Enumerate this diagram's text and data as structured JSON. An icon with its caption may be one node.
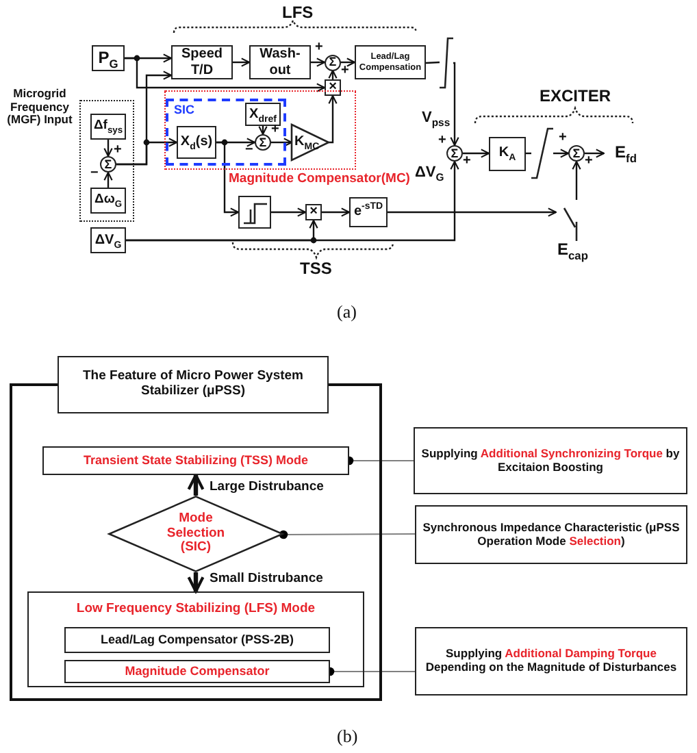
{
  "diagram": {
    "nodes": [
      {
        "text": [
          "P$_{G}$"
        ]
      },
      {
        "text": [
          "Speed T/D"
        ]
      },
      {
        "text": [
          "Wash-out"
        ]
      },
      {
        "text": [
          "Σ"
        ],
        "beside": [
          "+",
          "+"
        ]
      },
      {
        "text": [
          "Lead/Lag Compensation"
        ]
      },
      {
        "text": [],
        "shape": "limiter"
      },
      {
        "text": [
          "×"
        ]
      },
      {
        "text": [
          "Magnitude Compensator(MC)"
        ]
      },
      {
        "text": [
          "SIC"
        ],
        "in": 7
      },
      {
        "text": [
          "X$_{d}$(s)"
        ],
        "in": 8
      },
      {
        "text": [
          "X$_{dref}$"
        ],
        "in": 8
      },
      {
        "text": [
          "Σ"
        ],
        "in": 8,
        "beside": [
          "+",
          "−"
        ]
      },
      {
        "text": [
          "K$_{MC}$"
        ],
        "in": 7
      },
      {
        "text": [
          "Microgrid Frequency (MGF) Input"
        ]
      },
      {
        "text": [
          "Δf$_{sys}$"
        ],
        "in": 13
      },
      {
        "text": [
          "Σ"
        ],
        "in": 13,
        "beside": [
          "+",
          "−"
        ]
      },
      {
        "text": [
          "Δω$_{G}$"
        ],
        "in": 13
      },
      {
        "text": [
          "ΔV$_{G}$"
        ]
      },
      {
        "text": [],
        "shape": "box"
      },
      {
        "text": [
          "×"
        ]
      },
      {
        "text": [
          "e$^{-sTD}$"
        ]
      },
      {
        "text": [
          "Σ"
        ],
        "beside": [
          "+",
          "+"
        ]
      },
      {
        "text": [
          "K$_{A}$"
        ]
      },
      {
        "text": [],
        "shape": "limiter"
      },
      {
        "text": [
          "Σ"
        ],
        "beside": [
          "+",
          "+"
        ]
      },
      {
        "text": [
          "E$_{fd}$"
        ]
      },
      {
        "text": [],
        "shape": "switch",
        "beside": [
          "E$_{cap}$"
        ]
      },
      {
        "text": [],
        "shape": "box"
      },
      {
        "text": [
          "The Feature of Micro Power System Stabilizer (μPSS)"
        ]
      },
      {
        "text": [
          "Transient State Stabilizing (TSS) Mode"
        ],
        "in": 27
      },
      {
        "text": [
          "Mode Selection (SIC)"
        ],
        "in": 27
      },
      {
        "text": [
          "Low Frequency Stabilizing (LFS) Mode"
        ],
        "in": 27
      },
      {
        "text": [
          "Lead/Lag Compensator (PSS-2B)"
        ],
        "in": 31
      },
      {
        "text": [
          "Magnitude Compensator"
        ],
        "in": 31
      },
      {
        "text": [
          "Supplying **Additional Synchronizing Torque** by Excitaion Boosting"
        ]
      },
      {
        "text": [
          "Synchronous Impedance Characteristic (μPSS Operation Mode **Selection**)"
        ]
      },
      {
        "text": [
          "Supplying **Additional Damping Torque** Depending on the Magnitude of Disturbances"
        ]
      }
    ],
    "edges": [
      {
        "from": 0,
        "to": 1,
        "arrow": "to"
      },
      {
        "from": 0,
        "to": 6,
        "arrow": "to"
      },
      {
        "from": 15,
        "to": 1,
        "arrow": "to"
      },
      {
        "from": 15,
        "to": 9,
        "arrow": "to"
      },
      {
        "from": 1,
        "to": 2,
        "arrow": "to"
      },
      {
        "from": 2,
        "to": 3,
        "arrow": "to"
      },
      {
        "from": 6,
        "to": 3,
        "arrow": "to"
      },
      {
        "from": 3,
        "to": 4,
        "arrow": "to"
      },
      {
        "from": 4,
        "to": 5,
        "arrow": "none"
      },
      {
        "from": 5,
        "to": 21,
        "arrow": "to"
      },
      {
        "from": 12,
        "to": 6,
        "arrow": "to"
      },
      {
        "from": 9,
        "to": 11,
        "arrow": "to"
      },
      {
        "from": 10,
        "to": 11,
        "arrow": "to"
      },
      {
        "from": 11,
        "to": 12,
        "arrow": "to"
      },
      {
        "from": 9,
        "to": 18,
        "arrow": "to"
      },
      {
        "from": 18,
        "to": 19,
        "arrow": "to"
      },
      {
        "from": 19,
        "to": 20,
        "arrow": "to"
      },
      {
        "from": 20,
        "to": 26,
        "arrow": "to"
      },
      {
        "from": 26,
        "to": 24,
        "arrow": "to"
      },
      {
        "from": 17,
        "to": 21,
        "arrow": "to"
      },
      {
        "from": 17,
        "to": 19,
        "arrow": "to"
      },
      {
        "from": 21,
        "to": 22,
        "arrow": "to"
      },
      {
        "from": 22,
        "to": 23,
        "arrow": "none"
      },
      {
        "from": 23,
        "to": 24,
        "arrow": "to"
      },
      {
        "from": 24,
        "to": 25,
        "arrow": "to"
      },
      {
        "from": 14,
        "to": 15,
        "arrow": "to"
      },
      {
        "from": 16,
        "to": 15,
        "arrow": "to"
      },
      {
        "from": 30,
        "to": 29,
        "arrow": "to",
        "label": "Large Distrubance",
        "style": "thick"
      },
      {
        "from": 30,
        "to": 31,
        "arrow": "to",
        "label": "Small Distrubance",
        "style": "thick"
      },
      {
        "from": 29,
        "to": 34,
        "arrow": "other",
        "color": "#808080"
      },
      {
        "from": 30,
        "to": 35,
        "arrow": "other",
        "color": "#808080"
      },
      {
        "from": 33,
        "to": 36,
        "arrow": "other",
        "color": "#808080"
      }
    ],
    "labels": [
      "LFS",
      "V$_{pss}$",
      "ΔV$_{G}$",
      "EXCITER",
      "TSS",
      "(a)",
      "(b)"
    ]
  }
}
